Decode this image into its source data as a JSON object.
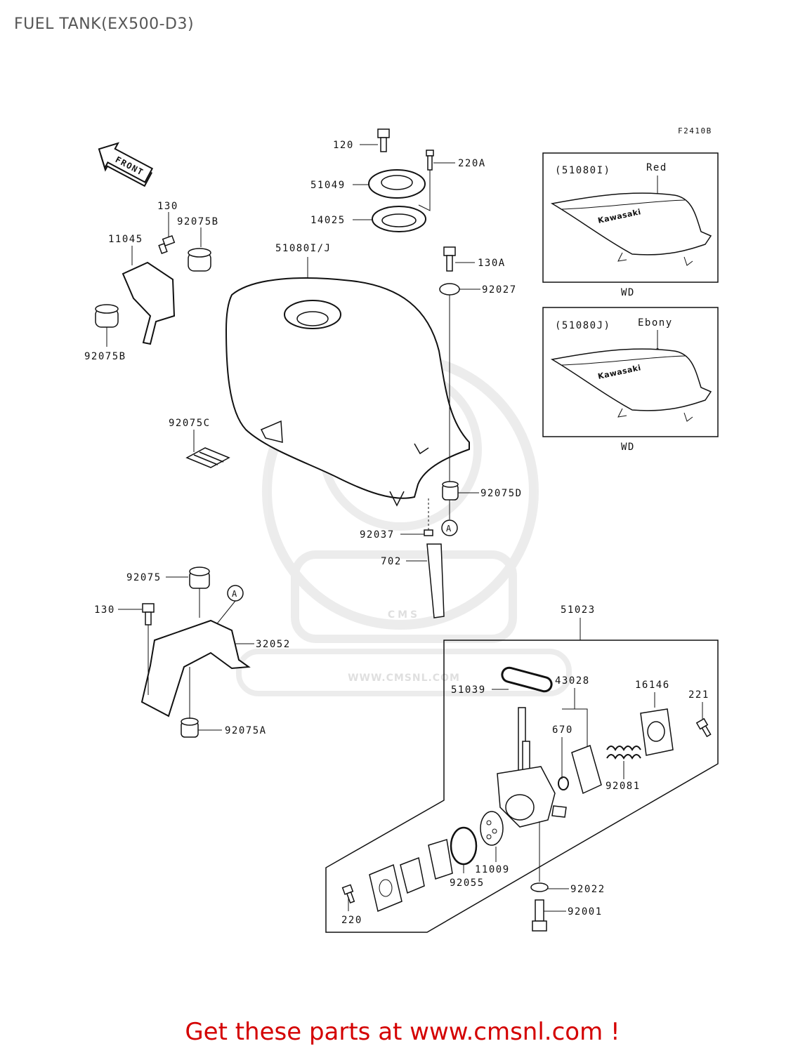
{
  "page": {
    "title": "FUEL TANK(EX500-D3)"
  },
  "diagram": {
    "code": "F2410B",
    "front_label": "FRONT",
    "watermark": "WWW.CMSNL.COM",
    "callouts": [
      "120",
      "220A",
      "51049",
      "14025",
      "130",
      "92075B",
      "11045",
      "51080I/J",
      "130A",
      "92027",
      "92075B",
      "92075C",
      "92075D",
      "92037",
      "702",
      "92075",
      "130",
      "32052",
      "92075A",
      "51023",
      "51039",
      "43028",
      "16146",
      "221",
      "670",
      "92081",
      "11009",
      "92055",
      "92022",
      "92001",
      "220"
    ],
    "markers": [
      "A",
      "A"
    ],
    "insets": [
      {
        "ref": "(51080I)",
        "color": "Red",
        "brand": "Kawasaki",
        "code": "WD"
      },
      {
        "ref": "(51080J)",
        "color": "Ebony",
        "brand": "Kawasaki",
        "code": "WD"
      }
    ]
  },
  "footer": {
    "text": "Get these parts at www.cmsnl.com !"
  },
  "colors": {
    "title": "#555555",
    "footer": "#d40000",
    "line": "#111111"
  }
}
